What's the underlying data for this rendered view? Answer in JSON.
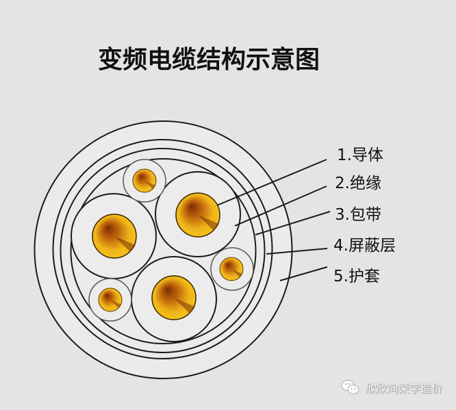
{
  "title": "变频电缆结构示意图",
  "labels": [
    {
      "text": "1.导体"
    },
    {
      "text": "2.绝缘"
    },
    {
      "text": "3.包带"
    },
    {
      "text": "4.屏蔽层"
    },
    {
      "text": "5.护套"
    }
  ],
  "watermark": {
    "icon": "wechat-icon",
    "text": "欣欣向荣学造价"
  },
  "colors": {
    "background": "#e4e4e4",
    "cable_fill": "#ebebeb",
    "line": "#1a1a1a",
    "copper_light": "#f5c518",
    "copper_dark": "#a8450a"
  }
}
